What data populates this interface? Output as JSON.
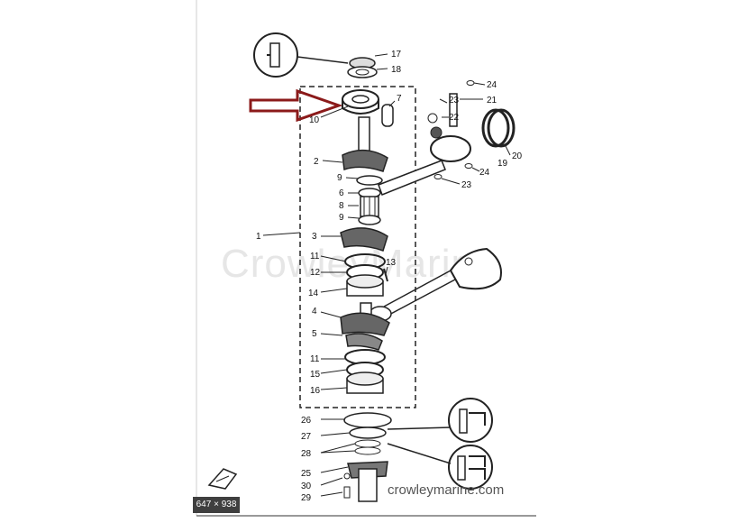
{
  "watermark": "CrowleyMarine",
  "site_label": "crowleymarine.com",
  "image_size_badge": "647 × 938",
  "callouts": [
    "17",
    "18",
    "7",
    "10",
    "2",
    "9",
    "6",
    "8",
    "9",
    "3",
    "11",
    "12",
    "14",
    "13",
    "4",
    "5",
    "11",
    "15",
    "16",
    "1",
    "24",
    "23",
    "21",
    "22",
    "19",
    "20",
    "24",
    "23",
    "26",
    "27",
    "28",
    "25",
    "30",
    "29"
  ],
  "highlight_color": "#8b1a1a"
}
